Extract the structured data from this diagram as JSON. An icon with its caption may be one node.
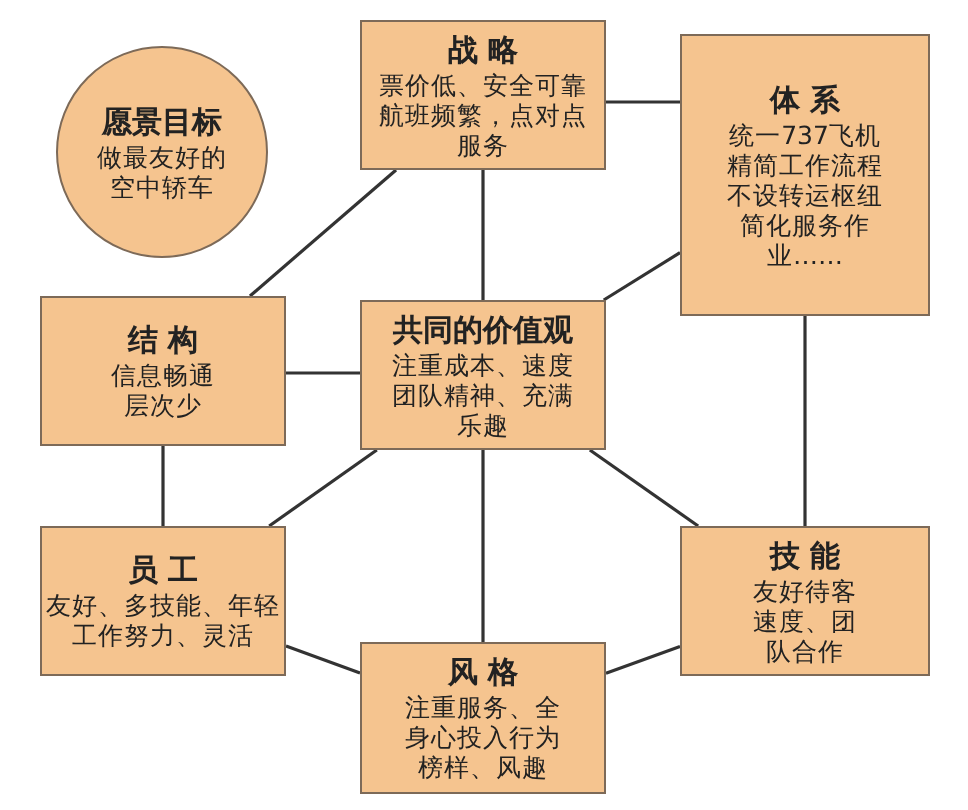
{
  "diagram": {
    "nodes": [
      {
        "text": [
          "愿景目标",
          "做最友好的空中轿车"
        ]
      },
      {
        "text": [
          "战 略",
          "票价低、安全可靠航班频繁，点对点服务"
        ]
      },
      {
        "text": [
          "体 系",
          "统一737飞机精简工作流程不设转运枢纽简化服务作业……"
        ]
      },
      {
        "text": [
          "结 构",
          "信息畅通层次少"
        ]
      },
      {
        "text": [
          "共同的价值观",
          "注重成本、速度团队精神、充满乐趣"
        ]
      },
      {
        "text": [
          "员 工",
          "友好、多技能、年轻工作努力、灵活"
        ]
      },
      {
        "text": [
          "技 能",
          "友好待客速度、团队合作"
        ]
      },
      {
        "text": [
          "风 格",
          "注重服务、全身心投入行为榜样、风趣"
        ]
      }
    ],
    "edges": [
      {
        "from": 1,
        "to": 2,
        "arrow": "none"
      },
      {
        "from": 1,
        "to": 3,
        "arrow": "none"
      },
      {
        "from": 1,
        "to": 4,
        "arrow": "none"
      },
      {
        "from": 2,
        "to": 4,
        "arrow": "none"
      },
      {
        "from": 3,
        "to": 4,
        "arrow": "none"
      },
      {
        "from": 3,
        "to": 5,
        "arrow": "none"
      },
      {
        "from": 4,
        "to": 5,
        "arrow": "none"
      },
      {
        "from": 4,
        "to": 7,
        "arrow": "none"
      },
      {
        "from": 4,
        "to": 6,
        "arrow": "none"
      },
      {
        "from": 2,
        "to": 6,
        "arrow": "none"
      },
      {
        "from": 5,
        "to": 7,
        "arrow": "none"
      },
      {
        "from": 7,
        "to": 6,
        "arrow": "none"
      }
    ]
  }
}
